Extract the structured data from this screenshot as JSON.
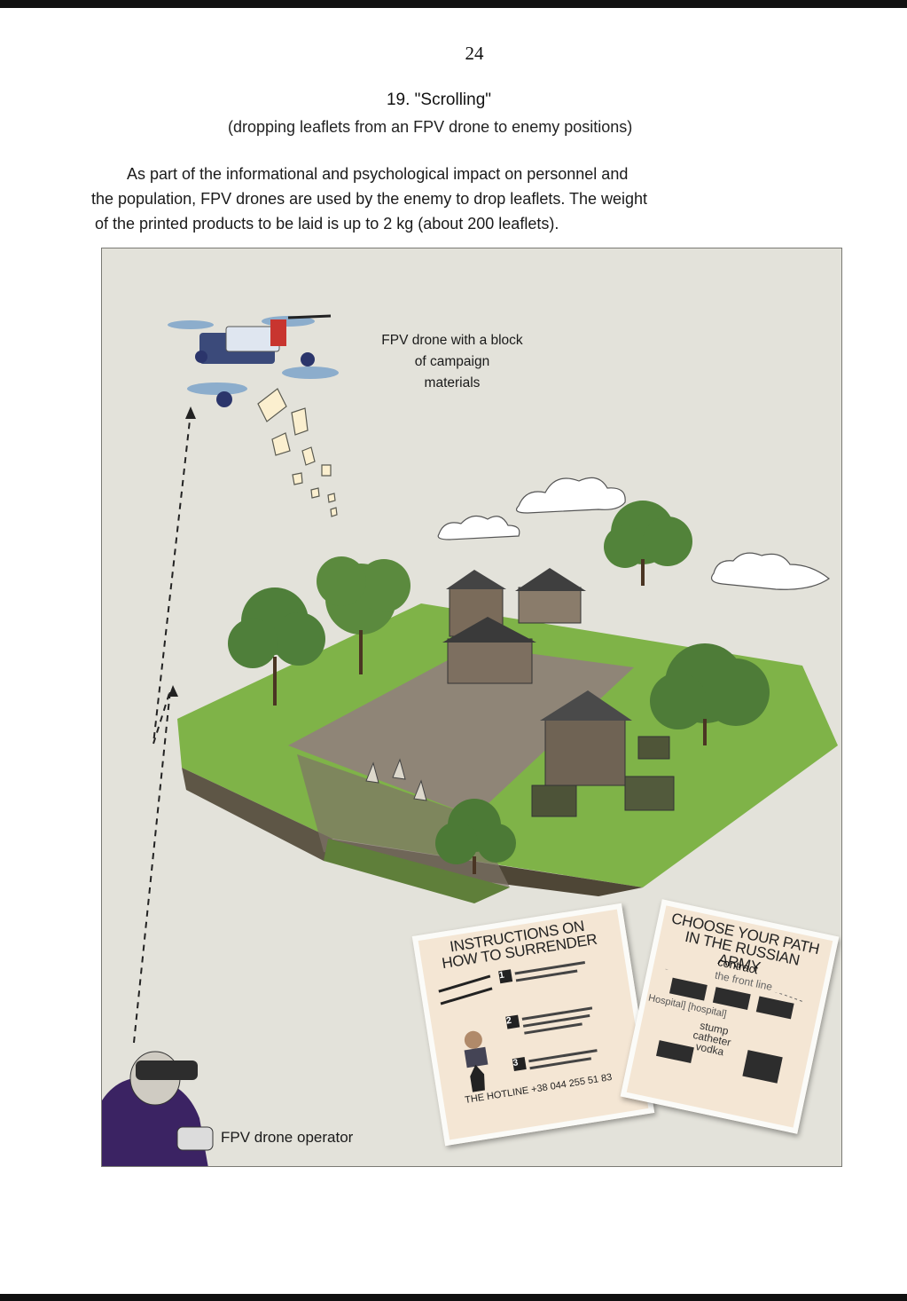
{
  "page": {
    "number": "24",
    "title": "19. \"Scrolling\"",
    "subtitle": "(dropping leaflets from an FPV drone to enemy positions)",
    "paragraph_lines": [
      "As part of the informational and psychological impact on personnel and",
      "the population, FPV drones are used by the enemy to drop leaflets. The weight",
      "of the printed products to be laid is up to 2 kg (about 200 leaflets)."
    ]
  },
  "figure": {
    "drone_label_lines": [
      "FPV drone with a block",
      "of campaign",
      "materials"
    ],
    "operator_label": "FPV drone operator",
    "leaflet_left": {
      "title_lines": [
        "INSTRUCTIONS ON",
        "HOW TO SURRENDER"
      ],
      "step_numbers": [
        "1",
        "2",
        "3"
      ],
      "hotline": "THE HOTLINE +38 044 255 51 83"
    },
    "leaflet_right": {
      "title_lines": [
        "CHOOSE YOUR PATH",
        "IN THE RUSSIAN ARMY"
      ],
      "contract": "contract",
      "front_line": "the front line",
      "hospital": "Hospital] [hospital]",
      "outcome_lines": [
        "stump",
        "catheter",
        "vodka"
      ]
    }
  }
}
